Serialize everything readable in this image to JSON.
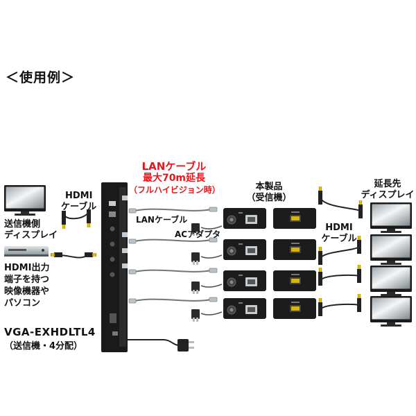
{
  "page": {
    "section_title": "＜使用例＞"
  },
  "left": {
    "sender_display_label": [
      "送信機側",
      "ディスプレイ"
    ],
    "hdmi_cable_label": [
      "HDMI",
      "ケーブル"
    ],
    "source_label": [
      "HDMI出力",
      "端子を持つ",
      "映像機器や",
      "パソコン"
    ],
    "model_name": "VGA-EXHDLTL4",
    "model_desc": "（送信機・4分配）"
  },
  "middle": {
    "lan_headline": [
      "LANケーブル",
      "最大70m延長",
      "（フルハイビジョン時）"
    ],
    "lan_cable_label": "LANケーブル",
    "ac_adapter_label": "ACアダプタ"
  },
  "right": {
    "product_label": [
      "本製品",
      "（受信機）"
    ],
    "hdmi_cable_label": [
      "HDMI",
      "ケーブル"
    ],
    "extended_display_label": [
      "延長先",
      "ディスプレイ"
    ]
  },
  "colors": {
    "accent_red": "#e8161b",
    "hdmi_gold": "#d9b400",
    "device_dark": "#1c1c1c",
    "cable_gray": "#7d7d7d",
    "lan_connector": "#b9c3c8"
  },
  "icons": [
    "tv-icon",
    "dvd-player-icon",
    "hdmi-cable-icon",
    "lan-cable-icon",
    "ac-adapter-icon",
    "receiver-unit-icon",
    "transmitter-unit-icon",
    "power-plug-icon"
  ]
}
